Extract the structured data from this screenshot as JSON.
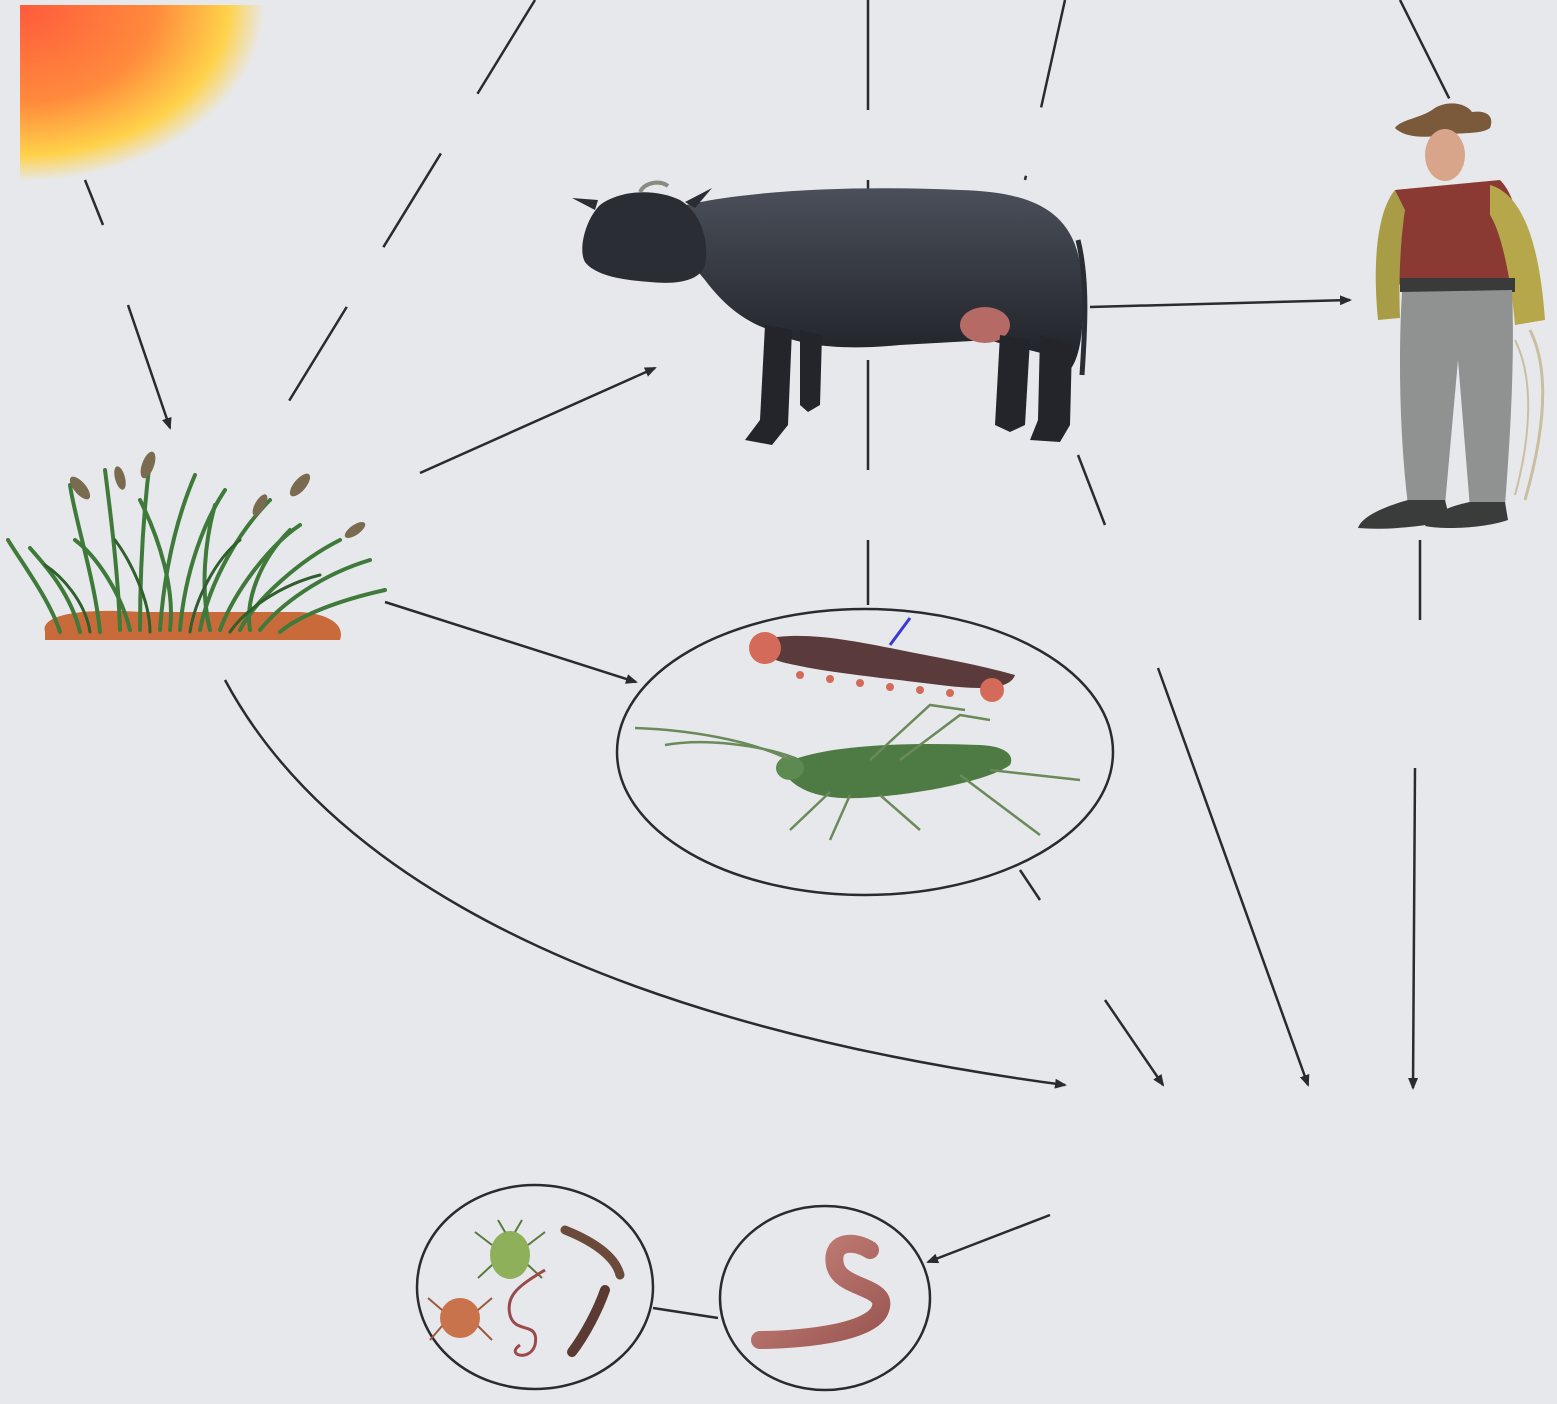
{
  "diagram": {
    "colors": {
      "background": "#e7e8ec",
      "arrow": "#2b2b2e",
      "sun_inner": "#ff5a3c",
      "sun_outer": "#ffd24a",
      "cow": "#2c2f36",
      "grass": "#3f7a3b",
      "soil": "#c96a3b",
      "worm": "#b56a66"
    },
    "nodes": [
      {
        "id": "sun",
        "icon": "sun-icon"
      },
      {
        "id": "grass",
        "icon": "grass-icon"
      },
      {
        "id": "cow",
        "icon": "cow-icon"
      },
      {
        "id": "farmer",
        "icon": "farmer-icon"
      },
      {
        "id": "insects",
        "icon": "insects-icon",
        "members": [
          "caterpillar-icon",
          "grasshopper-icon"
        ]
      },
      {
        "id": "soil-organisms",
        "icon": "soil-organisms-icon",
        "members": [
          "mite-icon",
          "spider-icon",
          "larva-icon",
          "nematode-icon"
        ]
      },
      {
        "id": "earthworm",
        "icon": "earthworm-icon"
      }
    ],
    "edges": [
      {
        "from": "sun",
        "to": "grass",
        "style": "dashed"
      },
      {
        "from": "grass",
        "to": "cow",
        "style": "solid"
      },
      {
        "from": "grass",
        "to": "insects",
        "style": "solid"
      },
      {
        "from": "cow",
        "to": "farmer",
        "style": "solid"
      },
      {
        "from": "grass",
        "to": "earthworm",
        "style": "solid-curve"
      },
      {
        "from": "insects",
        "to": "earthworm",
        "style": "dashed"
      },
      {
        "from": "cow",
        "to": "earthworm",
        "style": "dashed"
      },
      {
        "from": "farmer",
        "to": "earthworm",
        "style": "dashed"
      },
      {
        "from": "earthworm",
        "to": "soil-organisms",
        "style": "line"
      }
    ]
  }
}
